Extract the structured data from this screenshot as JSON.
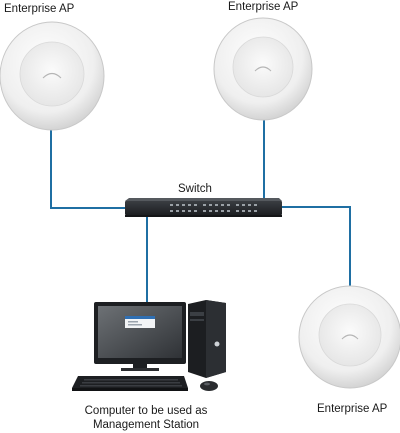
{
  "labels": {
    "ap_top_left": "Enterprise AP",
    "ap_top_right": "Enterprise AP",
    "ap_bottom_right": "Enterprise AP",
    "switch": "Switch",
    "computer_line1": "Computer to be used as",
    "computer_line2": "Management Station"
  },
  "colors": {
    "cable": "#1f6fa3",
    "switch_body": "#2a2d31",
    "ap_body": "#eeeeee",
    "computer_body": "#202224"
  },
  "icons": {
    "access_point": "ap-disc-icon",
    "switch": "switch-icon",
    "computer": "desktop-computer-icon"
  }
}
